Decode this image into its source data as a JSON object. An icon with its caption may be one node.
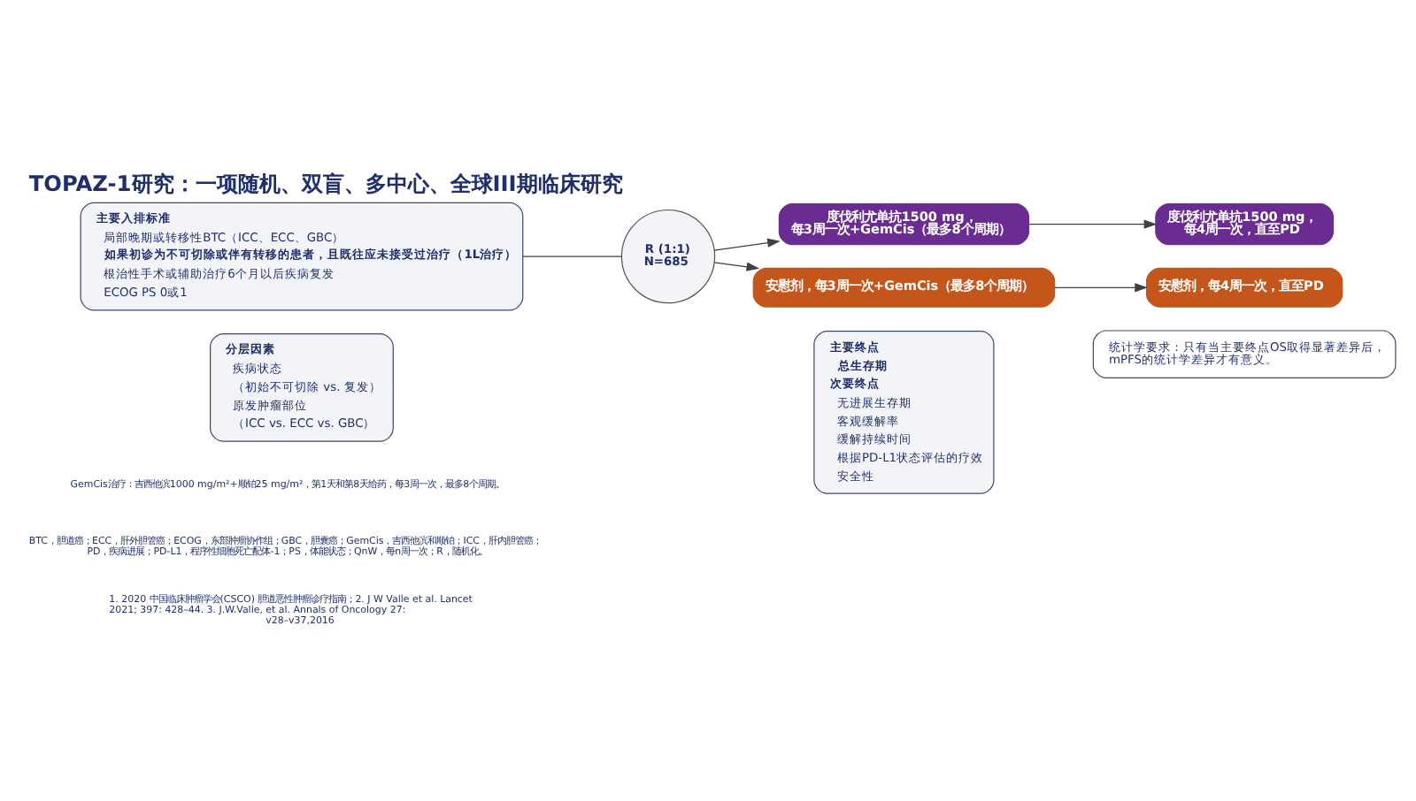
{
  "diagram": {
    "title": "TOPAZ-1研究：一项随机、双盲、多中心、全球III期临床研究",
    "nodes": [
      {
        "text": [
          "主要入排标准",
          "局部晚期或转移性BTC（ICC、ECC、GBC）",
          "如果初诊为不可切除或伴有转移的患者，且既往应未接受过治疗（1L治疗）",
          "根治性手术或辅助治疗6个月以后疾病复发",
          "ECOG PS 0或1"
        ]
      },
      {
        "text": [
          "分层因素",
          "疾病状态",
          "（初始不可切除 vs. 复发）",
          "原发肿瘤部位",
          "（ICC vs. ECC vs. GBC）"
        ]
      },
      {
        "text": [
          "R (1:1) N=685"
        ]
      },
      {
        "text": [
          "度伐利尤单抗1500 mg，每3周一次+GemCis（最多8个周期）"
        ]
      },
      {
        "text": [
          "度伐利尤单抗1500 mg，每4周一次，直至PD"
        ]
      },
      {
        "text": [
          "安慰剂，每3周一次+GemCis（最多8个周期）"
        ]
      },
      {
        "text": [
          "安慰剂，每4周一次，直至PD"
        ]
      },
      {
        "text": [
          "主要终点",
          "总生存期",
          "次要终点",
          "无进展生存期",
          "客观缓解率",
          "缓解持续时间",
          "根据PD-L1状态评估的疗效",
          "安全性"
        ]
      },
      {
        "text": [
          "统计学要求：只有当主要终点OS取得显著差异后，mPFS的统计学差异才有意义。"
        ]
      }
    ],
    "edges": [
      {
        "from": 0,
        "to": 2,
        "arrow": "none"
      },
      {
        "from": 2,
        "to": 3,
        "arrow": "to"
      },
      {
        "from": 2,
        "to": 5,
        "arrow": "to"
      },
      {
        "from": 3,
        "to": 4,
        "arrow": "to"
      },
      {
        "from": 5,
        "to": 6,
        "arrow": "to"
      }
    ],
    "labels": [
      "GemCis治疗：吉西他滨1000 mg/m²+顺铂25 mg/m²，第1天和第8天给药，每3周一次，最多8个周期。",
      "BTC，胆道癌；ECC，肝外胆管癌；ECOG，东部肿瘤协作组；GBC，胆囊癌；GemCis，吉西他滨和顺铂；ICC，肝内胆管癌；PD，疾病进展；PD-L1，程序性细胞死亡配体-1；PS，体能状态；QnW，每n周一次；R，随机化。",
      "1. 2020 中国临床肿瘤学会(CSCO) 胆道恶性肿瘤诊疗指南；2. J W Valle et al. Lancet 2021; 397: 428–44. 3. J.W.Valle, et al. Annals of Oncology 27: v28–v37,2016"
    ]
  }
}
